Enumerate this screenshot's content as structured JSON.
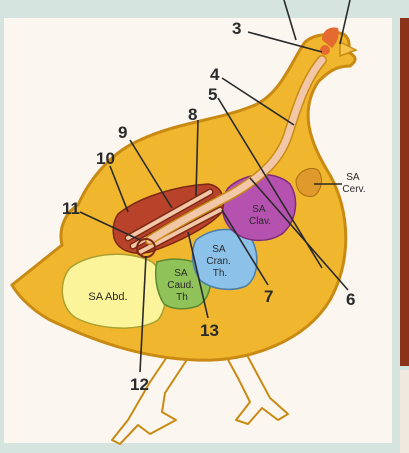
{
  "labels": {
    "n3": "3",
    "n4": "4",
    "n5": "5",
    "n6": "6",
    "n7": "7",
    "n8": "8",
    "n9": "9",
    "n10": "10",
    "n11": "11",
    "n12": "12",
    "n13": "13"
  },
  "air_sacs": {
    "cervical": [
      "SA",
      "Cerv."
    ],
    "clavicular": [
      "SA",
      "Clav."
    ],
    "cranial_thoracic": [
      "SA",
      "Cran.",
      "Th."
    ],
    "caudal_thoracic": [
      "SA",
      "Caud.",
      "Th"
    ],
    "abdominal": [
      "SA Abd."
    ]
  },
  "colors": {
    "background": "#d6e4df",
    "panel": "#fbf7f0",
    "body": "#f0b62e",
    "body_outline": "#c98a14",
    "trachea": "#f1c7a8",
    "lung": "#b8432a",
    "clavicular_sac": "#b552b0",
    "cervical_sac": "#e09a2c",
    "cranial_thoracic_sac": "#8cc1ea",
    "caudal_thoracic_sac": "#8fc35a",
    "abdominal_sac": "#fbf49b",
    "comb": "#e56a2f",
    "side_band": "#8a3318"
  }
}
